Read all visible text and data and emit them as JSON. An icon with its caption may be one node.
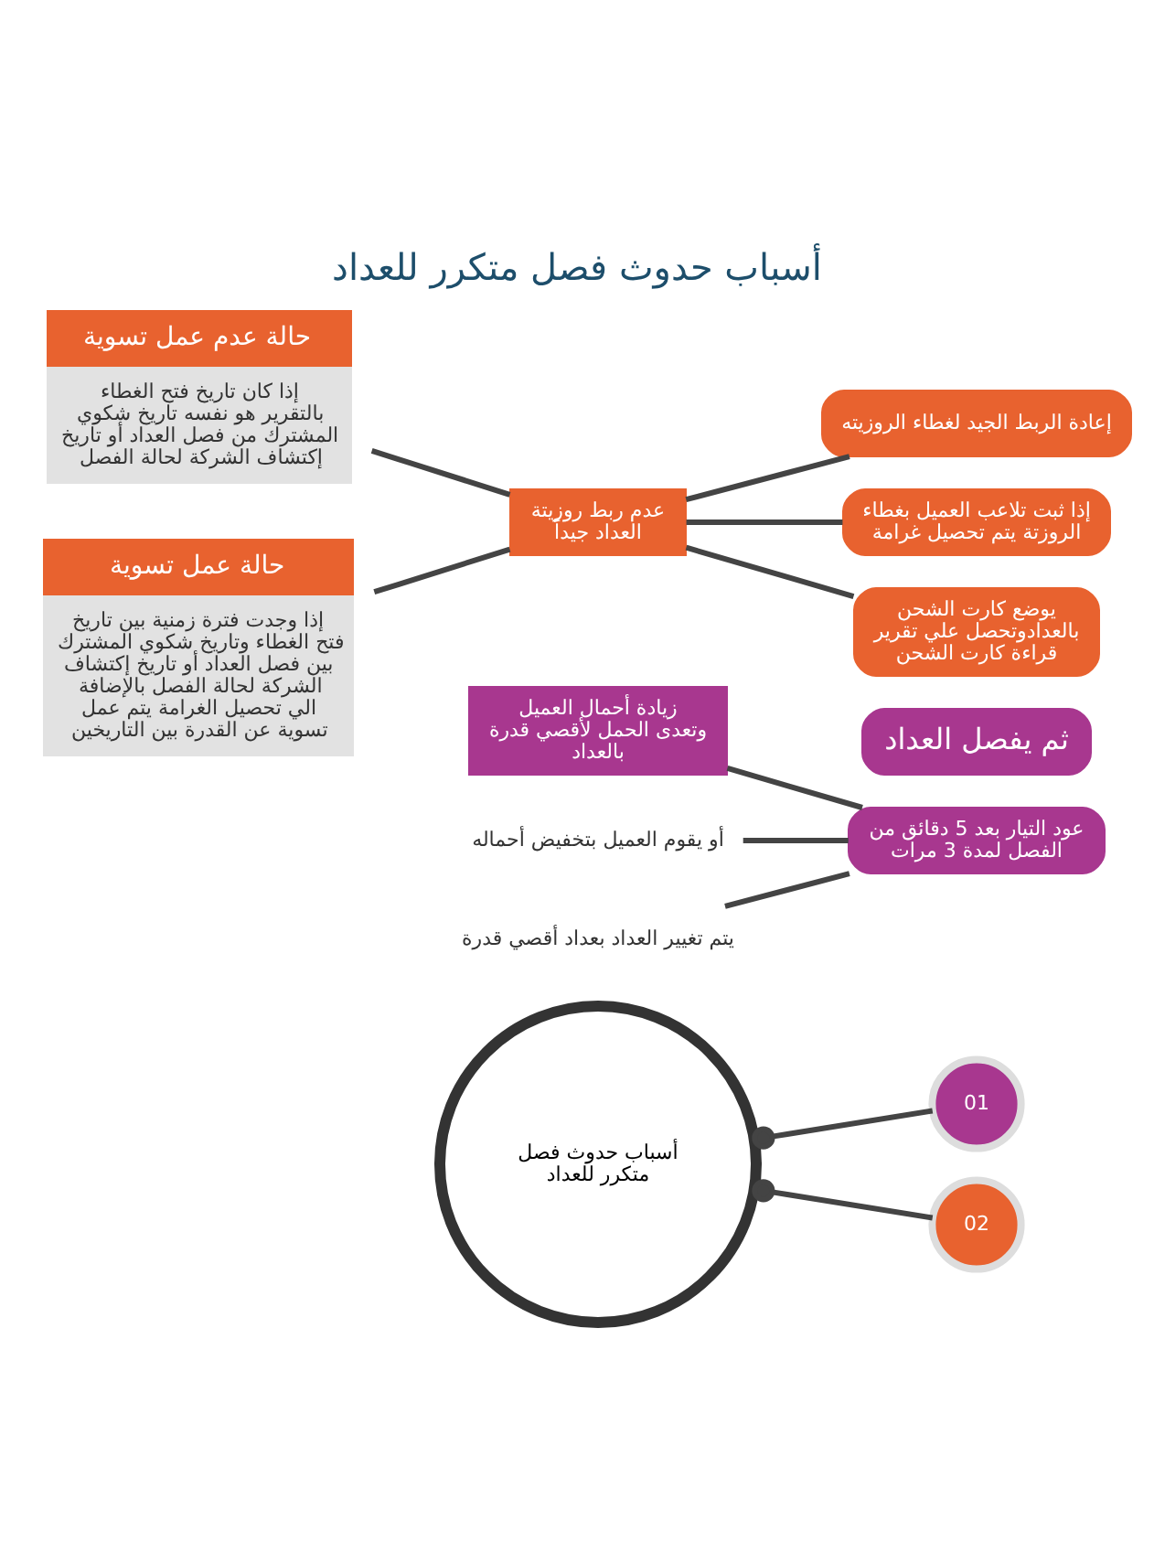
{
  "diagram": {
    "title": "أسباب حدوث فصل متكرر للعداد",
    "nodes": [
      {
        "text": [
          "أسباب حدوث فصل متكرر للعداد"
        ]
      },
      {
        "text": [
          "01"
        ]
      },
      {
        "text": [
          "زيادة أحمال العميل وتعدى الحمل لأقصي قدرة بالعداد"
        ]
      },
      {
        "text": [
          "عود التيار بعد 5 دقائق من الفصل لمدة 3 مرات"
        ]
      },
      {
        "text": [
          "ثم يفصل العداد"
        ]
      },
      {
        "text": [
          "أو يقوم العميل بتخفيض أحماله"
        ]
      },
      {
        "text": [
          "يتم تغيير العداد بعداد أقصي قدرة"
        ]
      },
      {
        "text": [
          "02"
        ]
      },
      {
        "text": [
          "عدم ربط روزيتة العداد جيداً"
        ]
      },
      {
        "text": [
          "إعادة الربط الجيد لغطاء الروزيته"
        ]
      },
      {
        "text": [
          "إذا ثبت تلاعب العميل بغطاء الروزتة يتم تحصيل غرامة"
        ]
      },
      {
        "text": [
          "يوضع كارت الشحن بالعدادوتحصل علي تقرير قراءة كارت الشحن"
        ]
      },
      {
        "text": [
          "حالة عدم عمل تسوية",
          "إذا كان تاريخ فتح الغطاء بالتقرير هو نفسه تاريخ شكوي المشترك من فصل العداد أو تاريخ إكتشاف الشركة لحالة الفصل"
        ]
      },
      {
        "text": [
          "حالة عمل تسوية",
          "إذا وجدت فترة زمنية بين تاريخ فتح الغطاء وتاريخ شكوي المشترك بين فصل العداد أو تاريخ إكتشاف الشركة لحالة الفصل بالإضافة الي تحصيل الغرامة يتم عمل تسوية عن القدرة بين التاريخين"
        ]
      }
    ],
    "edges": [
      {
        "from": 1,
        "to": 0,
        "arrow": "other"
      },
      {
        "from": 3,
        "to": 2,
        "arrow": "none"
      },
      {
        "from": 3,
        "to": 5,
        "arrow": "none"
      },
      {
        "from": 3,
        "to": 6,
        "arrow": "none"
      },
      {
        "from": 7,
        "to": 0,
        "arrow": "other"
      },
      {
        "from": 9,
        "to": 8,
        "arrow": "none"
      },
      {
        "from": 10,
        "to": 8,
        "arrow": "none"
      },
      {
        "from": 11,
        "to": 8,
        "arrow": "none"
      },
      {
        "from": 8,
        "to": 12,
        "arrow": "none"
      },
      {
        "from": 8,
        "to": 13,
        "arrow": "none"
      }
    ]
  }
}
